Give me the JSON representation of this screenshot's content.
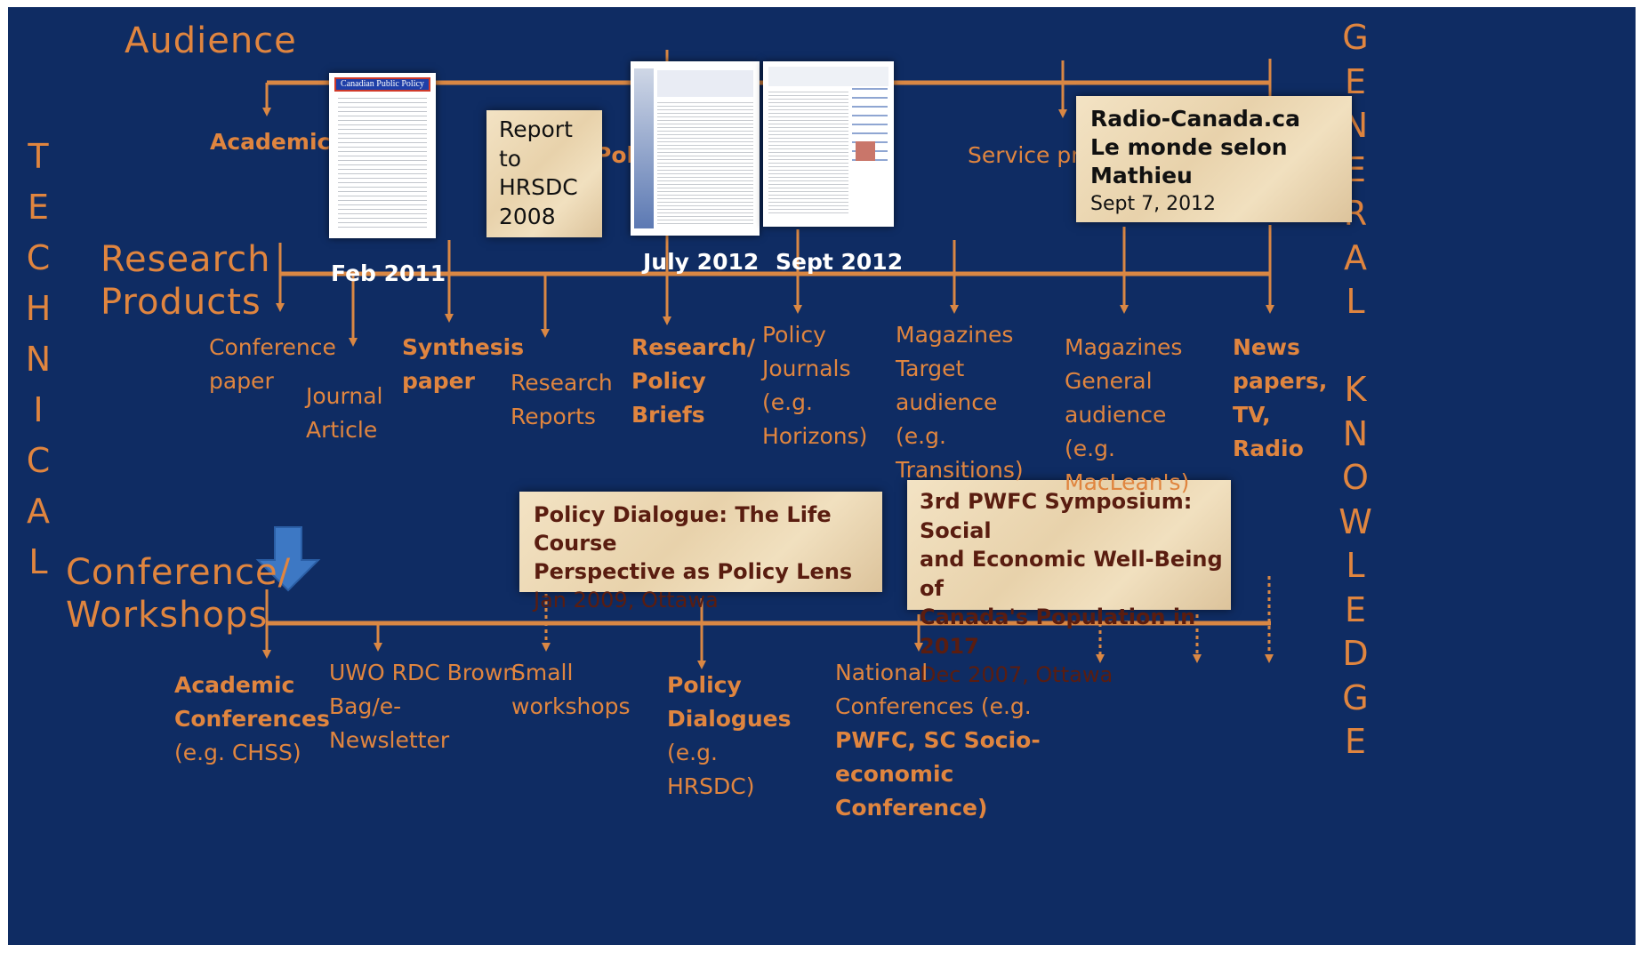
{
  "rows": {
    "audience": "Audience",
    "research_line1": "Research",
    "research_line2": "Products",
    "conference_line1": "Conference/",
    "conference_line2": "Workshops"
  },
  "side": {
    "left": [
      "T",
      "E",
      "C",
      "H",
      "N",
      "I",
      "C",
      "A",
      "L"
    ],
    "right": [
      "G",
      "E",
      "N",
      "E",
      "R",
      "A",
      "L",
      "K",
      "N",
      "O",
      "W",
      "L",
      "E",
      "D",
      "G",
      "E"
    ]
  },
  "audience_labels": {
    "academics": "Academics",
    "policy_partial": "Poli",
    "service_partial": "Service pro"
  },
  "research_labels": {
    "conference_paper": [
      "Conference",
      "paper"
    ],
    "journal_article": [
      "Journal",
      "Article"
    ],
    "synthesis_paper": [
      "Synthesis",
      "paper"
    ],
    "research_reports": [
      "Research",
      "Reports"
    ],
    "research_policy_briefs": [
      "Research/",
      "Policy",
      "Briefs"
    ],
    "policy_journals": [
      "Policy",
      "Journals",
      "(e.g.",
      "Horizons)"
    ],
    "magazines_target": [
      "Magazines",
      "Target",
      "audience",
      "(e.g.",
      "Transitions)"
    ],
    "magazines_general": [
      "Magazines",
      "General",
      "audience",
      "(e.g.",
      "MacLean's)"
    ],
    "news": [
      "News",
      "papers,",
      "TV,",
      "Radio"
    ]
  },
  "dates": {
    "feb2011": "Feb 2011",
    "july2012": "July 2012",
    "sept2012": "Sept 2012"
  },
  "notes": {
    "report": [
      "Report",
      "to",
      "HRSDC",
      "2008"
    ],
    "radio_title": [
      "Radio-Canada.ca",
      "Le monde selon",
      "Mathieu"
    ],
    "radio_date": "Sept 7, 2012",
    "dialogue_title": [
      "Policy Dialogue: The Life Course",
      "Perspective as  Policy Lens"
    ],
    "dialogue_date": "Jan 2009, Ottawa",
    "symposium_title": [
      "3rd PWFC Symposium: Social",
      "and Economic Well-Being of",
      "Canada's Population in 2017"
    ],
    "symposium_date": "Dec 2007, Ottawa"
  },
  "conference_labels": {
    "academic_conferences": [
      "Academic",
      "Conferences"
    ],
    "academic_conferences_eg": "(e.g. CHSS)",
    "uwo": [
      "UWO RDC Brown",
      "Bag/e-",
      "Newsletter"
    ],
    "small_workshops": [
      "Small",
      "workshops"
    ],
    "policy_dialogues": [
      "Policy",
      "Dialogues"
    ],
    "policy_dialogues_eg": [
      "(e.g.",
      "HRSDC)"
    ],
    "national_conferences": [
      "National",
      "Conferences (e.g."
    ],
    "national_conferences_bold": [
      "PWFC, SC Socio-",
      "economic",
      "Conference)"
    ]
  },
  "documents": {
    "cpp_header": "Canadian Public Policy"
  },
  "colors": {
    "background": "#0f2c63",
    "accent": "#e0853f",
    "arrow": "#d98744",
    "down_arrow": "#3d78c4",
    "note_text": "#5a1d10"
  }
}
